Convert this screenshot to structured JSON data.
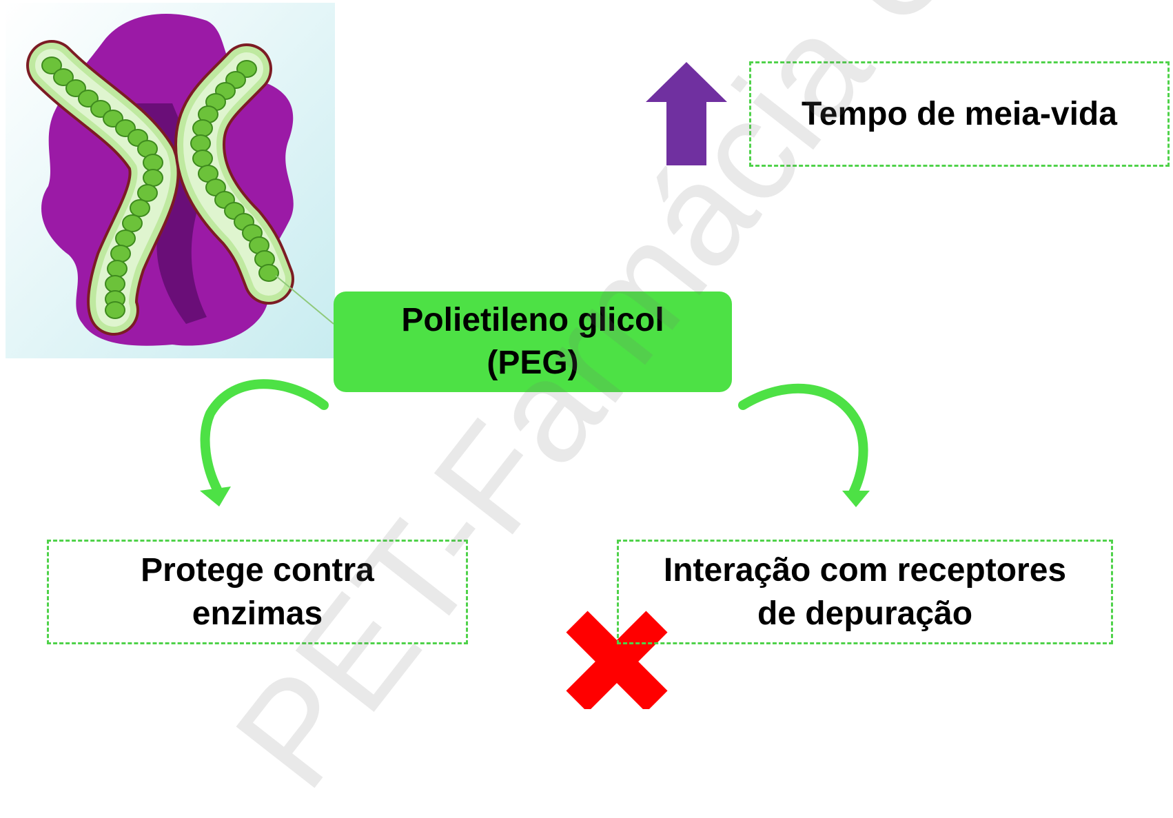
{
  "center_node": {
    "line1": "Polietileno glicol",
    "line2": "(PEG)"
  },
  "effects": {
    "half_life": {
      "label": "Tempo de meia-vida",
      "indicator": "up-arrow-icon",
      "color": "#7030a0"
    },
    "protection": {
      "line1": "Protege contra",
      "line2": "enzimas"
    },
    "clearance": {
      "line1": "Interação com receptores",
      "line2": "de depuração",
      "indicator": "red-x-icon",
      "color": "#ff0000"
    }
  },
  "watermark": "PET-Farmácia UFF",
  "colors": {
    "accent_green": "#4de145",
    "protein_purple": "#9b1aa6",
    "peg_green": "#7ac943"
  }
}
